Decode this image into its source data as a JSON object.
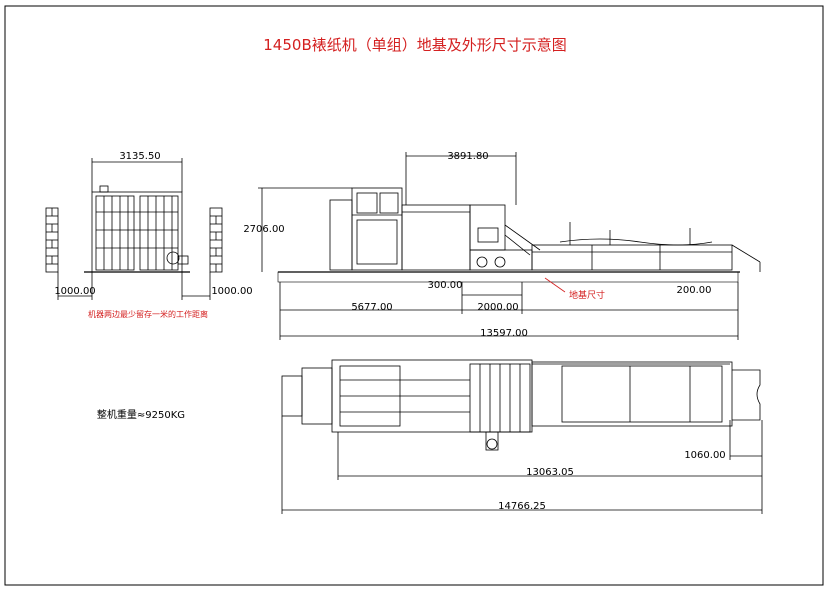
{
  "title": "1450B裱纸机（单组）地基及外形尺寸示意图",
  "front_view": {
    "width_dim": "3135.50",
    "left_clearance": "1000.00",
    "right_clearance": "1000.00",
    "note": "机器两边最少留存一米的工作距离"
  },
  "side_view": {
    "top_dim": "3891.80",
    "height_dim": "2706.00",
    "pit_depth": "300.00",
    "pit_length": "2000.00",
    "offset_left": "5677.00",
    "right_dim": "200.00",
    "total_length": "13597.00",
    "foundation_label": "地基尺寸"
  },
  "top_view": {
    "weight_note": "整机重量≈9250KG",
    "dim_a": "1060.00",
    "dim_b": "13063.05",
    "dim_c": "14766.25"
  },
  "colors": {
    "title": "#d42020",
    "note": "#d42020",
    "line": "#000000"
  }
}
